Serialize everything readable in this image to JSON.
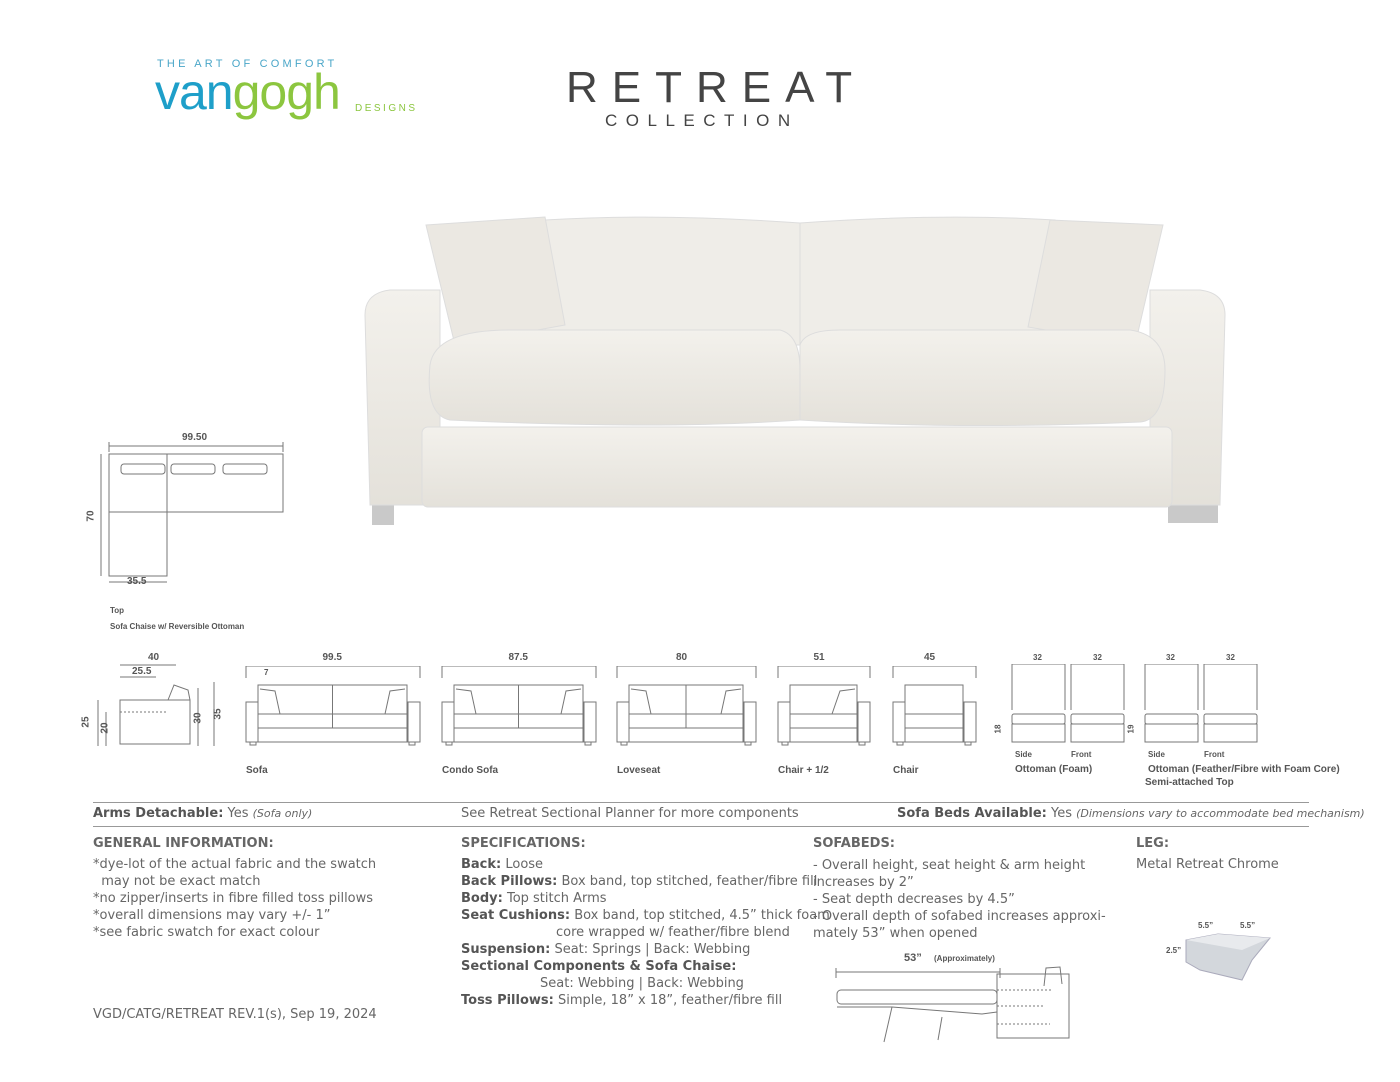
{
  "brand": {
    "tagline": "THE ART OF COMFORT",
    "name_part1": "van",
    "name_part2": "gogh",
    "sub": "DESIGNS",
    "colors": {
      "blue": "#1e9fc9",
      "green": "#8cc63f"
    }
  },
  "header": {
    "title": "RETREAT",
    "subtitle": "COLLECTION"
  },
  "sectional": {
    "width": "99.50",
    "depth": "70",
    "chaise": "35.5",
    "view": "Top",
    "caption": "Sofa Chaise w/ Reversible Ottoman"
  },
  "side_profile": {
    "depth": "40",
    "seat_depth": "25.5",
    "arm_h": "25",
    "seat_h": "20",
    "back_h": "30",
    "overall_h": "35"
  },
  "pieces": [
    {
      "name": "Sofa",
      "width": "99.5",
      "extra": "7"
    },
    {
      "name": "Condo Sofa",
      "width": "87.5"
    },
    {
      "name": "Loveseat",
      "width": "80"
    },
    {
      "name": "Chair + 1/2",
      "width": "51"
    },
    {
      "name": "Chair",
      "width": "45"
    }
  ],
  "ottomans": [
    {
      "name": "Ottoman (Foam)",
      "side_w": "32",
      "front_w": "32",
      "height": "18",
      "side": "Side",
      "front": "Front"
    },
    {
      "name": "Ottoman (Feather/Fibre with Foam Core)",
      "name2": "Semi-attached Top",
      "side_w": "32",
      "front_w": "32",
      "height": "19",
      "side": "Side",
      "front": "Front"
    }
  ],
  "info_bar": {
    "arms_label": "Arms Detachable:",
    "arms_value": " Yes ",
    "arms_note": "(Sofa only)",
    "planner": "See Retreat  Sectional Planner for more components",
    "beds_label": "Sofa Beds Available:",
    "beds_value": " Yes ",
    "beds_note": "(Dimensions vary to accommodate bed mechanism)"
  },
  "general": {
    "heading": "GENERAL INFORMATION:",
    "lines": [
      "*dye-lot of the actual fabric and the swatch",
      "  may not be exact match",
      "*no zipper/inserts in fibre filled toss pillows",
      "*overall dimensions may vary +/- 1”",
      "*see fabric swatch for exact colour"
    ]
  },
  "specs": {
    "heading": "SPECIFICATIONS:",
    "items": [
      {
        "label": "Back:",
        "value": " Loose"
      },
      {
        "label": "Back Pillows:",
        "value": " Box band, top stitched, feather/fibre fill"
      },
      {
        "label": "Body:",
        "value": " Top stitch Arms"
      },
      {
        "label": "Seat Cushions:",
        "value": " Box band, top stitched,  4.5” thick foam"
      },
      {
        "label": "",
        "value": "core wrapped w/ feather/fibre blend"
      },
      {
        "label": "Suspension:",
        "value": " Seat: Springs  |  Back: Webbing"
      },
      {
        "label": "Sectional Components & Sofa Chaise:",
        "value": ""
      },
      {
        "label": "",
        "value": "Seat: Webbing  |  Back: Webbing"
      },
      {
        "label": "Toss Pillows:",
        "value": " Simple, 18” x 18”, feather/fibre fill"
      }
    ]
  },
  "sofabeds": {
    "heading": "SOFABEDS:",
    "lines": [
      "- Overall height, seat height & arm height",
      "increases by 2”",
      "- Seat depth decreases by 4.5”",
      "- Overall depth of sofabed increases approxi-",
      "mately 53” when opened"
    ],
    "diagram_dim": "53”",
    "diagram_note": "(Approximately)"
  },
  "leg": {
    "heading": "LEG:",
    "value": "Metal Retreat Chrome",
    "dim_a": "5.5”",
    "dim_b": "5.5”",
    "dim_h": "2.5”"
  },
  "footer": {
    "ref": "VGD/CATG/RETREAT REV.1(s), Sep 19, 2024"
  }
}
